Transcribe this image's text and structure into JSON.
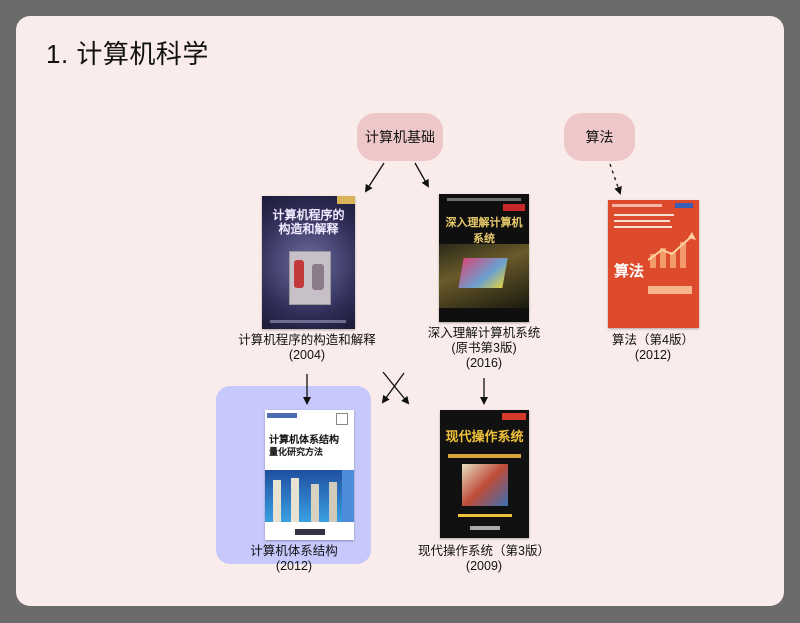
{
  "title": "1. 计算机科学",
  "nodes": {
    "cs_basics": "计算机基础",
    "algorithms": "算法"
  },
  "books": {
    "sicp": {
      "caption_line1": "计算机程序的构造和解释",
      "caption_line2": "(2004)",
      "cover_title_line1": "计算机程序的",
      "cover_title_line2": "构造和解释"
    },
    "csapp": {
      "caption_line1": "深入理解计算机系统",
      "caption_line2": "(原书第3版)",
      "caption_line3": "(2016)",
      "cover_title": "深入理解计算机系统"
    },
    "algo": {
      "caption_line1": "算法（第4版）",
      "caption_line2": "(2012)",
      "cover_title": "算法"
    },
    "caqa": {
      "caption_line1": "计算机体系结构",
      "caption_line2": "(2012)",
      "cover_title_line1": "计算机体系结构",
      "cover_title_line2": "量化研究方法"
    },
    "mos": {
      "caption_line1": "现代操作系统（第3版）",
      "caption_line2": "(2009)",
      "cover_title": "现代操作系统"
    }
  }
}
